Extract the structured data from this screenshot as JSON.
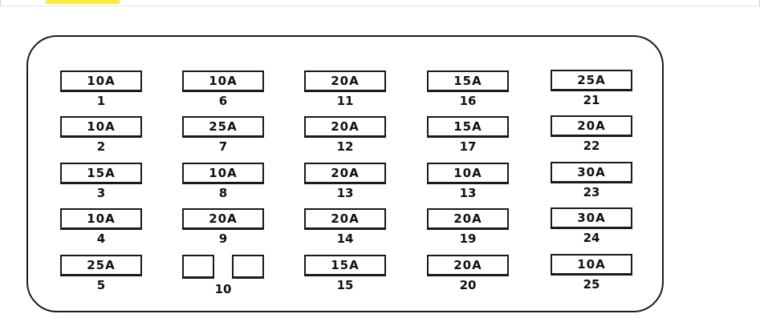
{
  "fuses": [
    {
      "slot": "1",
      "amp": "10A"
    },
    {
      "slot": "2",
      "amp": "10A"
    },
    {
      "slot": "3",
      "amp": "15A"
    },
    {
      "slot": "4",
      "amp": "10A"
    },
    {
      "slot": "5",
      "amp": "25A"
    },
    {
      "slot": "6",
      "amp": "10A"
    },
    {
      "slot": "7",
      "amp": "25A"
    },
    {
      "slot": "8",
      "amp": "10A"
    },
    {
      "slot": "9",
      "amp": "20A"
    },
    {
      "slot": "10",
      "amp": ""
    },
    {
      "slot": "11",
      "amp": "20A"
    },
    {
      "slot": "12",
      "amp": "20A"
    },
    {
      "slot": "13",
      "amp": "20A"
    },
    {
      "slot": "14",
      "amp": "20A"
    },
    {
      "slot": "15",
      "amp": "15A"
    },
    {
      "slot": "16",
      "amp": "15A"
    },
    {
      "slot": "17",
      "amp": "15A"
    },
    {
      "slot": "13",
      "amp": "10A"
    },
    {
      "slot": "19",
      "amp": "20A"
    },
    {
      "slot": "20",
      "amp": "20A"
    },
    {
      "slot": "21",
      "amp": "25A"
    },
    {
      "slot": "22",
      "amp": "20A"
    },
    {
      "slot": "23",
      "amp": "30A"
    },
    {
      "slot": "24",
      "amp": "30A"
    },
    {
      "slot": "25",
      "amp": "10A"
    }
  ],
  "colors": {
    "outline": "#1a1a1a",
    "highlight": "#ffe94a",
    "background": "#ffffff"
  }
}
